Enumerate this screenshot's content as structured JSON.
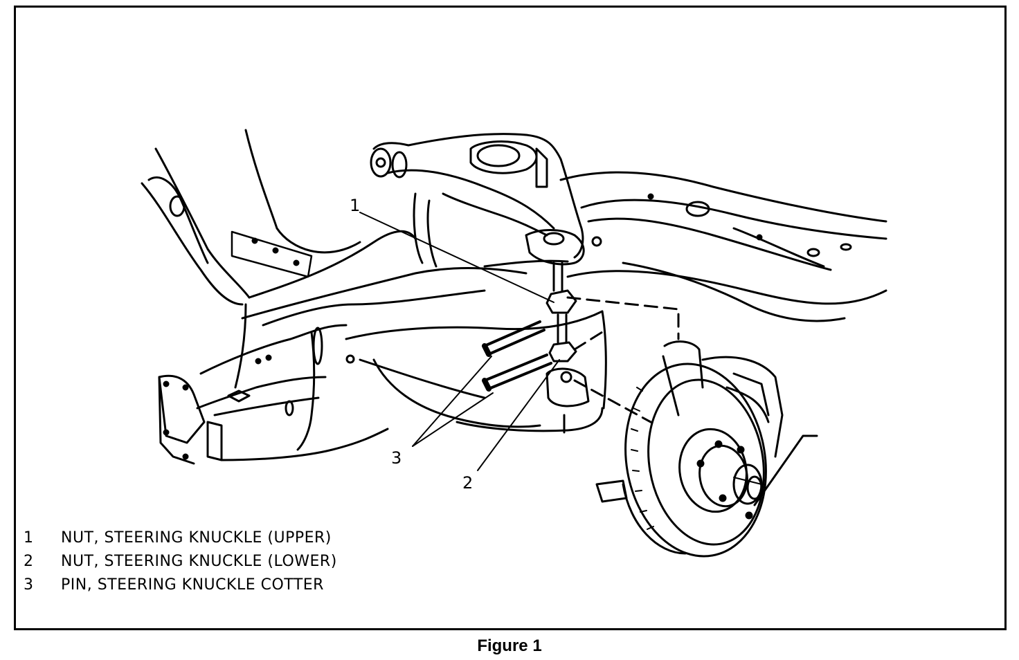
{
  "diagram": {
    "callouts": [
      "1",
      "2",
      "3"
    ],
    "legend": [
      {
        "num": "1",
        "text": "NUT, STEERING KNUCKLE (UPPER)"
      },
      {
        "num": "2",
        "text": "NUT, STEERING KNUCKLE (LOWER)"
      },
      {
        "num": "3",
        "text": "PIN, STEERING KNUCKLE COTTER"
      }
    ],
    "caption": "Figure 1"
  }
}
